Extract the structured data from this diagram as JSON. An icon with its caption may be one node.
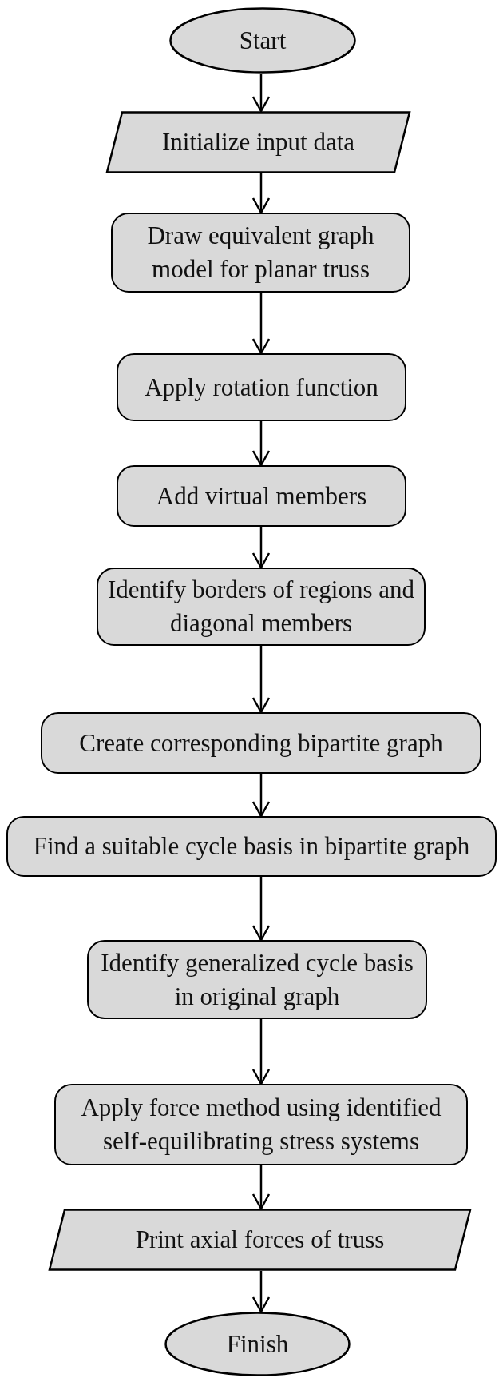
{
  "diagram": {
    "nodes": [
      {
        "text": [
          "Start"
        ]
      },
      {
        "text": [
          "Initialize input data"
        ]
      },
      {
        "text": [
          "Draw equivalent graph model for planar truss"
        ]
      },
      {
        "text": [
          "Apply rotation function"
        ]
      },
      {
        "text": [
          "Add virtual members"
        ]
      },
      {
        "text": [
          "Identify borders of regions and diagonal members"
        ]
      },
      {
        "text": [
          "Create corresponding bipartite graph"
        ]
      },
      {
        "text": [
          "Find a suitable cycle basis in bipartite graph"
        ]
      },
      {
        "text": [
          "Identify generalized cycle basis in original graph"
        ]
      },
      {
        "text": [
          "Apply force method using identified self-equilibrating stress systems"
        ]
      },
      {
        "text": [
          "Print axial forces of truss"
        ]
      },
      {
        "text": [
          "Finish"
        ]
      }
    ],
    "edges": [
      {
        "from": 0,
        "to": 1,
        "arrow": "to"
      },
      {
        "from": 1,
        "to": 2,
        "arrow": "to"
      },
      {
        "from": 2,
        "to": 3,
        "arrow": "to"
      },
      {
        "from": 3,
        "to": 4,
        "arrow": "to"
      },
      {
        "from": 4,
        "to": 5,
        "arrow": "to"
      },
      {
        "from": 5,
        "to": 6,
        "arrow": "to"
      },
      {
        "from": 6,
        "to": 7,
        "arrow": "to"
      },
      {
        "from": 7,
        "to": 8,
        "arrow": "to"
      },
      {
        "from": 8,
        "to": 9,
        "arrow": "to"
      },
      {
        "from": 9,
        "to": 10,
        "arrow": "to"
      },
      {
        "from": 10,
        "to": 11,
        "arrow": "to"
      }
    ]
  }
}
